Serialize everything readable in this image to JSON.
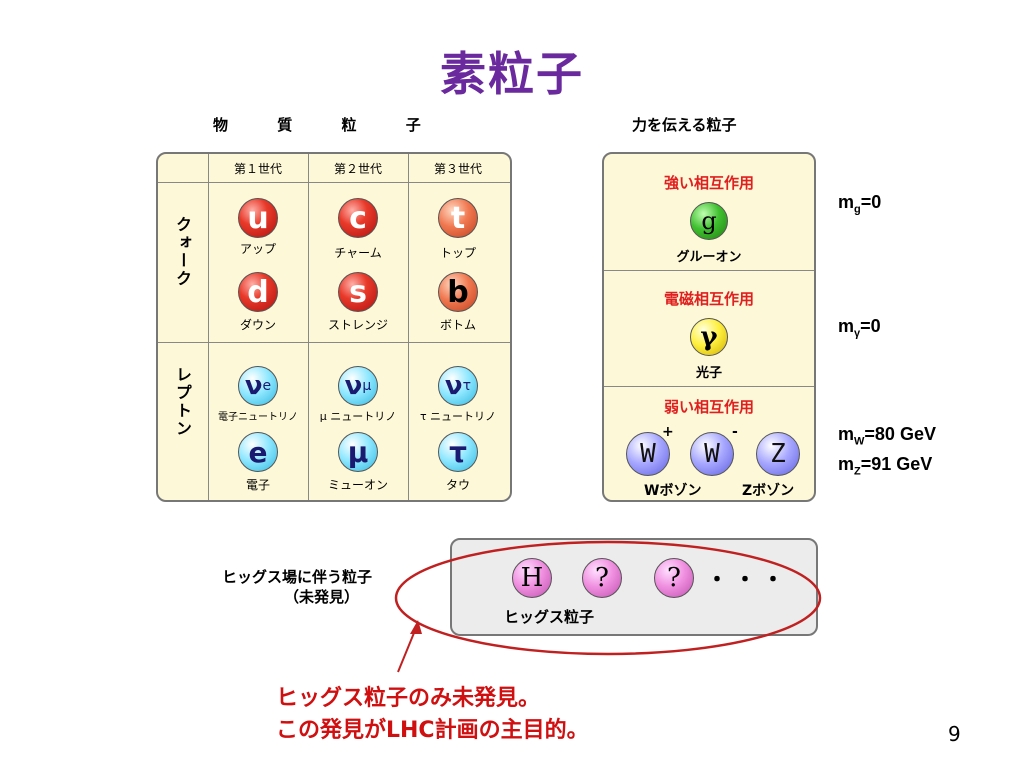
{
  "slide": {
    "title": "素粒子",
    "page_number": "9"
  },
  "matter": {
    "header_chars": [
      "物",
      "質",
      "粒",
      "子"
    ],
    "generations": [
      "第１世代",
      "第２世代",
      "第３世代"
    ],
    "quark_label": "クォーク",
    "lepton_label": "レプトン",
    "particles": [
      {
        "symbol": "u",
        "name": "アップ",
        "color": "#e83a2a"
      },
      {
        "symbol": "c",
        "name": "チャーム",
        "color": "#e83a2a"
      },
      {
        "symbol": "t",
        "name": "トップ",
        "color": "#f07850"
      },
      {
        "symbol": "d",
        "name": "ダウン",
        "color": "#e83a2a"
      },
      {
        "symbol": "s",
        "name": "ストレンジ",
        "color": "#e83a2a"
      },
      {
        "symbol": "b",
        "name": "ボトム",
        "color": "#f07850"
      },
      {
        "symbol": "ν",
        "sub": "e",
        "name": "電子ニュートリノ",
        "color": "#90e8ff"
      },
      {
        "symbol": "ν",
        "sub": "μ",
        "name": "μ ニュートリノ",
        "color": "#90e8ff"
      },
      {
        "symbol": "ν",
        "sub": "τ",
        "name": "τ ニュートリノ",
        "color": "#90e8ff"
      },
      {
        "symbol": "e",
        "name": "電子",
        "color": "#90e8ff"
      },
      {
        "symbol": "μ",
        "name": "ミューオン",
        "color": "#90e8ff"
      },
      {
        "symbol": "τ",
        "name": "タウ",
        "color": "#90e8ff"
      }
    ]
  },
  "force": {
    "header": "力を伝える粒子",
    "strong": {
      "title": "強い相互作用",
      "symbol": "g",
      "name": "グルーオン",
      "mass_m": "m",
      "mass_sub": "g",
      "mass_val": "=0"
    },
    "em": {
      "title": "電磁相互作用",
      "symbol": "γ",
      "name": "光子",
      "mass_m": "m",
      "mass_sub": "γ",
      "mass_val": "=0"
    },
    "weak": {
      "title": "弱い相互作用",
      "w_plus": "W",
      "w_plus_sign": "+",
      "w_minus": "W",
      "w_minus_sign": "-",
      "z": "Z",
      "w_name": "Wボゾン",
      "z_name": "Zボゾン",
      "mass_w_m": "m",
      "mass_w_sub": "W",
      "mass_w_val": "=80 GeV",
      "mass_z_m": "m",
      "mass_z_sub": "Z",
      "mass_z_val": "=91 GeV"
    }
  },
  "higgs": {
    "label_line1": "ヒッグス場に伴う粒子",
    "label_line2": "（未発見）",
    "h_symbol": "H",
    "q1": "?",
    "q2": "?",
    "dots": "・・・",
    "name": "ヒッグス粒子"
  },
  "notes": {
    "line1": "ヒッグス粒子のみ未発見。",
    "line2": "この発見がLHC計画の主目的。"
  },
  "colors": {
    "title": "#6a2a9e",
    "accent_red": "#e02020",
    "ellipse": "#c02020",
    "panel_bg": "#fdf8d8"
  }
}
